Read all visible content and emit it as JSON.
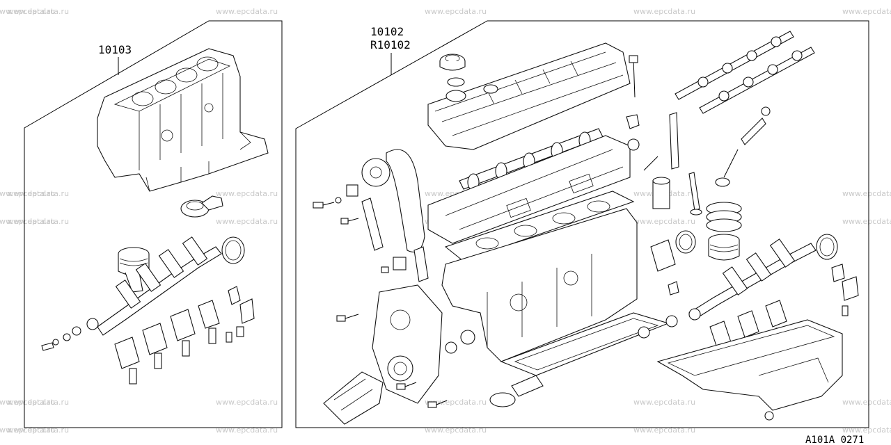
{
  "watermark": "www.epcdata.ru",
  "callouts": {
    "short_block": "10103",
    "full_engine_1": "10102",
    "full_engine_2": "R10102"
  },
  "illustration_ref": "A101A 0271"
}
